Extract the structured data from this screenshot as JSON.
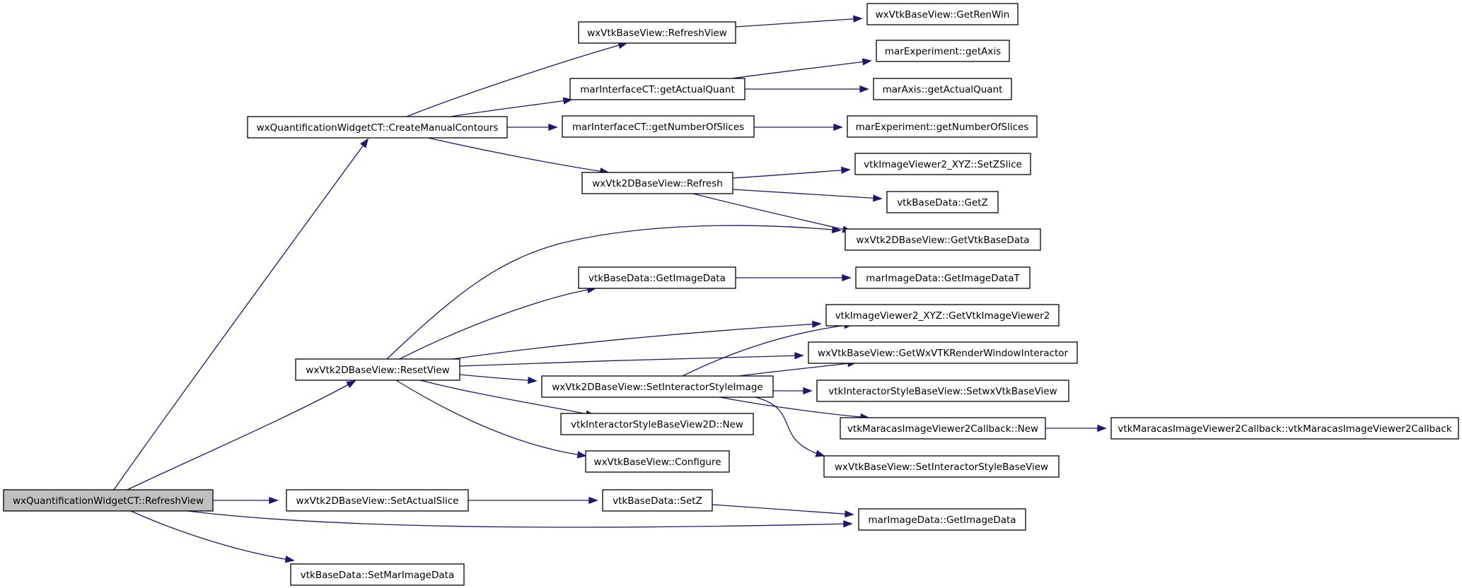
{
  "graph": {
    "nodes": [
      {
        "id": "root",
        "label": "wxQuantificationWidgetCT::RefreshView",
        "root": true
      },
      {
        "id": "cmc",
        "label": "wxQuantificationWidgetCT::CreateManualContours"
      },
      {
        "id": "resetview",
        "label": "wxVtk2DBaseView::ResetView"
      },
      {
        "id": "setactualslice",
        "label": "wxVtk2DBaseView::SetActualSlice"
      },
      {
        "id": "setmarimagedata",
        "label": "vtkBaseData::SetMarImageData"
      },
      {
        "id": "refreshview",
        "label": "wxVtkBaseView::RefreshView"
      },
      {
        "id": "getactualquant",
        "label": "marInterfaceCT::getActualQuant"
      },
      {
        "id": "getnumberofslices",
        "label": "marInterfaceCT::getNumberOfSlices"
      },
      {
        "id": "refresh2d",
        "label": "wxVtk2DBaseView::Refresh"
      },
      {
        "id": "getimagedata",
        "label": "vtkBaseData::GetImageData"
      },
      {
        "id": "setinteractorstyleimage",
        "label": "wxVtk2DBaseView::SetInteractorStyleImage"
      },
      {
        "id": "interactornew",
        "label": "vtkInteractorStyleBaseView2D::New"
      },
      {
        "id": "configure",
        "label": "wxVtkBaseView::Configure"
      },
      {
        "id": "setz",
        "label": "vtkBaseData::SetZ"
      },
      {
        "id": "getrenwin",
        "label": "wxVtkBaseView::GetRenWin"
      },
      {
        "id": "expgetaxis",
        "label": "marExperiment::getAxis"
      },
      {
        "id": "axisgetactualquant",
        "label": "marAxis::getActualQuant"
      },
      {
        "id": "expgetnumberofslices",
        "label": "marExperiment::getNumberOfSlices"
      },
      {
        "id": "setzslice",
        "label": "vtkImageViewer2_XYZ::SetZSlice"
      },
      {
        "id": "getz",
        "label": "vtkBaseData::GetZ"
      },
      {
        "id": "getvtkbasedata",
        "label": "wxVtk2DBaseView::GetVtkBaseData"
      },
      {
        "id": "getimagedatat",
        "label": "marImageData::GetImageDataT"
      },
      {
        "id": "getvtkimageviewer2",
        "label": "vtkImageViewer2_XYZ::GetVtkImageViewer2"
      },
      {
        "id": "getwxvtkrwi",
        "label": "wxVtkBaseView::GetWxVTKRenderWindowInteractor"
      },
      {
        "id": "setwxvtkbaseview",
        "label": "vtkInteractorStyleBaseView::SetwxVtkBaseView"
      },
      {
        "id": "maracasnew",
        "label": "vtkMaracasImageViewer2Callback::New"
      },
      {
        "id": "setinteractorstylebaseview",
        "label": "wxVtkBaseView::SetInteractorStyleBaseView"
      },
      {
        "id": "marimagedatagetimagedata",
        "label": "marImageData::GetImageData"
      },
      {
        "id": "maracasctor",
        "label": "vtkMaracasImageViewer2Callback::vtkMaracasImageViewer2Callback"
      }
    ],
    "edges": [
      {
        "from": "root",
        "to": "cmc"
      },
      {
        "from": "root",
        "to": "resetview"
      },
      {
        "from": "root",
        "to": "setactualslice"
      },
      {
        "from": "root",
        "to": "marimagedatagetimagedata"
      },
      {
        "from": "root",
        "to": "setmarimagedata"
      },
      {
        "from": "cmc",
        "to": "refreshview"
      },
      {
        "from": "cmc",
        "to": "getactualquant"
      },
      {
        "from": "cmc",
        "to": "getnumberofslices"
      },
      {
        "from": "cmc",
        "to": "refresh2d"
      },
      {
        "from": "refreshview",
        "to": "getrenwin"
      },
      {
        "from": "getactualquant",
        "to": "expgetaxis"
      },
      {
        "from": "getactualquant",
        "to": "axisgetactualquant"
      },
      {
        "from": "getnumberofslices",
        "to": "expgetnumberofslices"
      },
      {
        "from": "refresh2d",
        "to": "setzslice"
      },
      {
        "from": "refresh2d",
        "to": "getz"
      },
      {
        "from": "refresh2d",
        "to": "getvtkbasedata"
      },
      {
        "from": "resetview",
        "to": "getvtkbasedata"
      },
      {
        "from": "resetview",
        "to": "getimagedata"
      },
      {
        "from": "resetview",
        "to": "getvtkimageviewer2"
      },
      {
        "from": "resetview",
        "to": "getwxvtkrwi"
      },
      {
        "from": "resetview",
        "to": "setinteractorstyleimage"
      },
      {
        "from": "resetview",
        "to": "interactornew"
      },
      {
        "from": "resetview",
        "to": "configure"
      },
      {
        "from": "getimagedata",
        "to": "getimagedatat"
      },
      {
        "from": "setinteractorstyleimage",
        "to": "getvtkimageviewer2"
      },
      {
        "from": "setinteractorstyleimage",
        "to": "getwxvtkrwi"
      },
      {
        "from": "setinteractorstyleimage",
        "to": "setwxvtkbaseview"
      },
      {
        "from": "setinteractorstyleimage",
        "to": "maracasnew"
      },
      {
        "from": "setinteractorstyleimage",
        "to": "setinteractorstylebaseview"
      },
      {
        "from": "maracasnew",
        "to": "maracasctor"
      },
      {
        "from": "setactualslice",
        "to": "setz"
      },
      {
        "from": "setz",
        "to": "marimagedatagetimagedata"
      }
    ]
  }
}
